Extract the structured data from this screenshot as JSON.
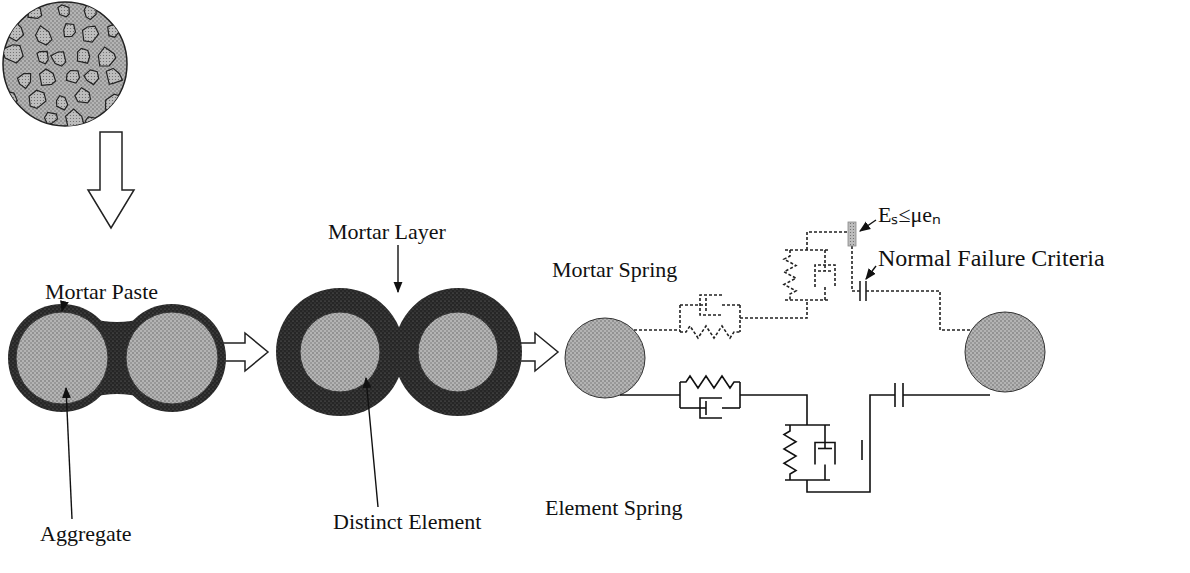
{
  "diagram": {
    "labels": [
      "Mortar Paste",
      "Aggregate",
      "Mortar Layer",
      "Distinct Element",
      "Mortar Spring",
      "Element Spring",
      "Eₛ≤μeₙ",
      "Normal Failure Criteria"
    ]
  }
}
